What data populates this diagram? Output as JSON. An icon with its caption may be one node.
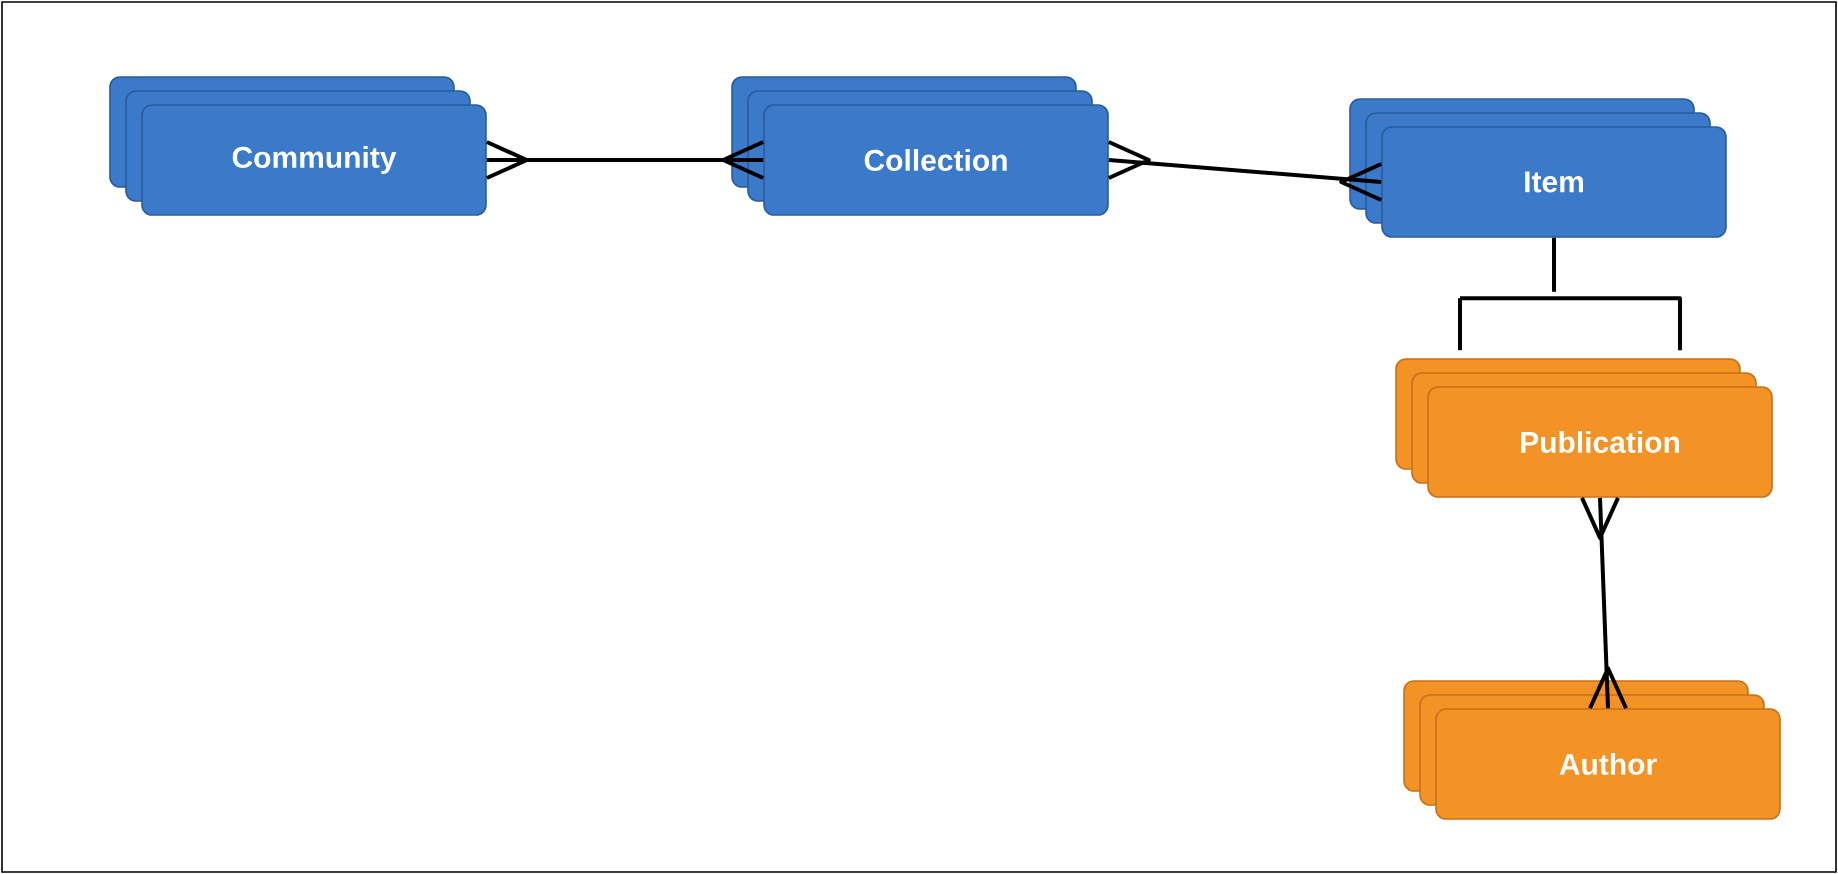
{
  "diagram": {
    "nodes": [
      {
        "text": [
          "Community"
        ]
      },
      {
        "text": [
          "Collection"
        ]
      },
      {
        "text": [
          "Item"
        ]
      },
      {
        "text": [
          "Publication"
        ]
      },
      {
        "text": [
          "Author"
        ]
      }
    ],
    "edges": [
      {
        "from": 0,
        "to": 1,
        "arrow": "other"
      },
      {
        "from": 1,
        "to": 2,
        "arrow": "other"
      },
      {
        "from": 2,
        "to": 3,
        "arrow": "none"
      },
      {
        "from": 3,
        "to": 4,
        "arrow": "other"
      }
    ]
  }
}
